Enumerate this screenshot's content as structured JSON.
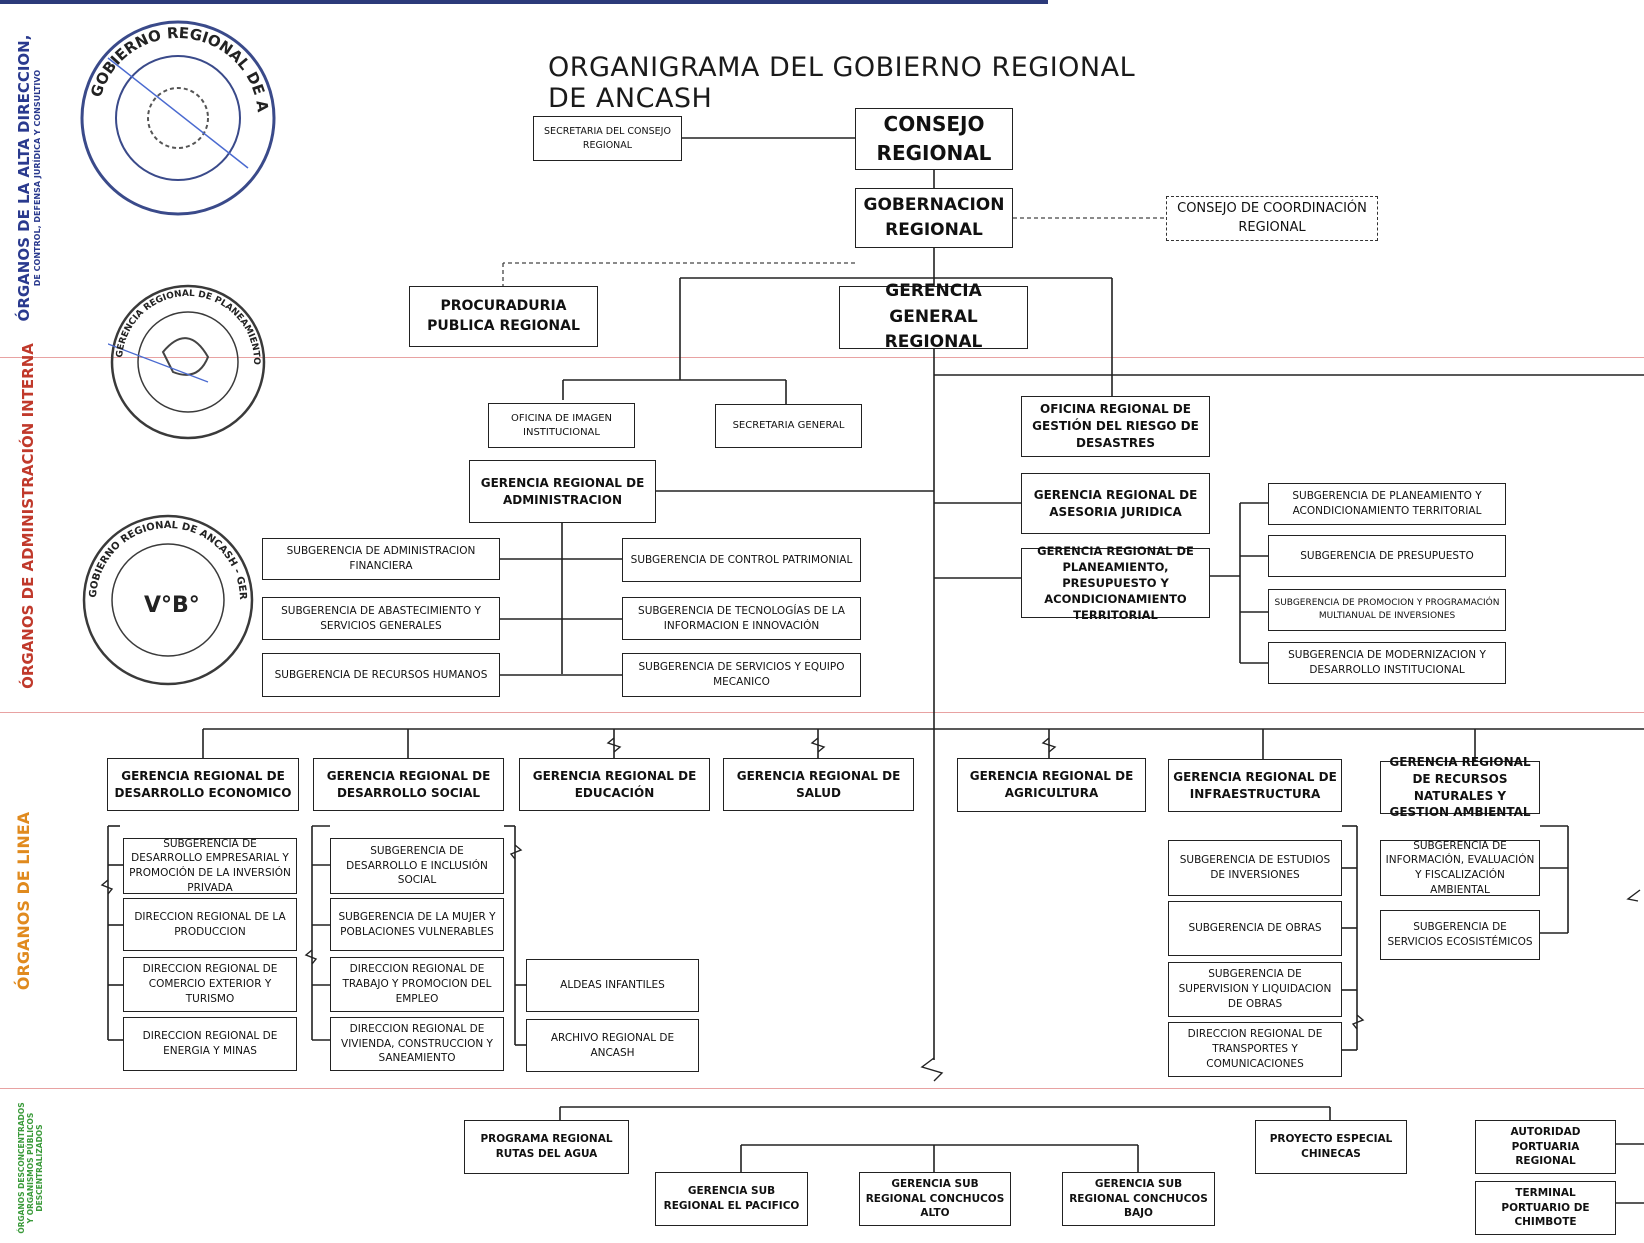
{
  "title": "ORGANIGRAMA DEL GOBIERNO REGIONAL DE ANCASH",
  "sections": {
    "alta_direccion": "ÓRGANOS DE LA ALTA DIRECCION,",
    "alta_direccion_sub": "DE CONTROL, DEFENSA JURÍDICA Y CONSULTIVO",
    "administracion_interna": "ÓRGANOS DE ADMINISTRACIÓN INTERNA",
    "linea": "ÓRGANOS DE LINEA",
    "desconcentrados_1": "ÓRGANOS DESCONCENTRADOS",
    "desconcentrados_2": "Y ORGANISMOS PÚBLICOS",
    "desconcentrados_3": "DESCENTRALIZADOS"
  },
  "stamps": {
    "stamp1": "GOBIERNO REGIONAL DE ANCASH",
    "stamp2": "GERENCIA REGIONAL DE PLANEAMIENTO Y ACONDICIONAMIENTO TERRITORIAL",
    "stamp3": "GOBIERNO REGIONAL DE ANCASH - GERENCIA REGIONAL DE ASESORIA JURIDICA"
  },
  "boxes": {
    "consejo_regional": "CONSEJO REGIONAL",
    "secretaria_consejo": "SECRETARIA DEL CONSEJO REGIONAL",
    "gobernacion_regional": "GOBERNACION REGIONAL",
    "consejo_coordinacion": "CONSEJO DE COORDINACIÓN REGIONAL",
    "procuraduria": "PROCURADURIA PUBLICA REGIONAL",
    "gerencia_general": "GERENCIA GENERAL REGIONAL",
    "oficina_imagen": "OFICINA DE IMAGEN INSTITUCIONAL",
    "secretaria_general": "SECRETARIA GENERAL",
    "oficina_riesgo": "OFICINA REGIONAL DE GESTIÓN DEL RIESGO DE DESASTRES",
    "gr_administracion": "GERENCIA REGIONAL DE ADMINISTRACION",
    "gr_asesoria": "GERENCIA REGIONAL DE ASESORIA JURIDICA",
    "gr_planeamiento": "GERENCIA REGIONAL DE PLANEAMIENTO, PRESUPUESTO Y ACONDICIONAMIENTO TERRITORIAL",
    "sg_admin_financiera": "SUBGERENCIA DE ADMINISTRACION FINANCIERA",
    "sg_abastecimiento": "SUBGERENCIA DE ABASTECIMIENTO Y SERVICIOS GENERALES",
    "sg_rrhh": "SUBGERENCIA DE RECURSOS HUMANOS",
    "sg_control_patrimonial": "SUBGERENCIA DE CONTROL PATRIMONIAL",
    "sg_tecnologias": "SUBGERENCIA DE TECNOLOGÍAS DE LA INFORMACION E INNOVACIÓN",
    "sg_servicios_equipo": "SUBGERENCIA DE SERVICIOS Y EQUIPO MECANICO",
    "sg_planeamiento": "SUBGERENCIA DE PLANEAMIENTO Y ACONDICIONAMIENTO TERRITORIAL",
    "sg_presupuesto": "SUBGERENCIA DE PRESUPUESTO",
    "sg_promocion": "SUBGERENCIA DE PROMOCION Y PROGRAMACIÓN MULTIANUAL DE INVERSIONES",
    "sg_modernizacion": "SUBGERENCIA DE MODERNIZACION Y DESARROLLO INSTITUCIONAL",
    "gr_des_economico": "GERENCIA REGIONAL DE DESARROLLO ECONOMICO",
    "gr_des_social": "GERENCIA REGIONAL DE DESARROLLO SOCIAL",
    "gr_educacion": "GERENCIA REGIONAL DE EDUCACIÓN",
    "gr_salud": "GERENCIA REGIONAL DE SALUD",
    "gr_agricultura": "GERENCIA REGIONAL DE AGRICULTURA",
    "gr_infraestructura": "GERENCIA REGIONAL DE INFRAESTRUCTURA",
    "gr_recursos": "GERENCIA REGIONAL DE RECURSOS NATURALES Y GESTION AMBIENTAL",
    "sg_empresarial": "SUBGERENCIA DE DESARROLLO EMPRESARIAL Y PROMOCIÓN DE LA INVERSIÓN PRIVADA",
    "dr_produccion": "DIRECCION REGIONAL DE LA PRODUCCION",
    "dr_comercio": "DIRECCION REGIONAL DE COMERCIO EXTERIOR Y TURISMO",
    "dr_energia": "DIRECCION REGIONAL DE ENERGIA Y MINAS",
    "sg_inclusion": "SUBGERENCIA DE DESARROLLO E INCLUSIÓN SOCIAL",
    "sg_mujer": "SUBGERENCIA DE LA MUJER Y POBLACIONES VULNERABLES",
    "dr_trabajo": "DIRECCION REGIONAL DE TRABAJO Y PROMOCION DEL EMPLEO",
    "dr_vivienda": "DIRECCION REGIONAL DE VIVIENDA, CONSTRUCCION Y SANEAMIENTO",
    "aldeas": "ALDEAS INFANTILES",
    "archivo": "ARCHIVO REGIONAL DE ANCASH",
    "sg_estudios": "SUBGERENCIA DE ESTUDIOS DE INVERSIONES",
    "sg_obras": "SUBGERENCIA DE OBRAS",
    "sg_supervision": "SUBGERENCIA DE SUPERVISION Y LIQUIDACION DE OBRAS",
    "dr_transportes": "DIRECCION REGIONAL DE TRANSPORTES Y COMUNICACIONES",
    "sg_informacion": "SUBGERENCIA DE INFORMACIÓN, EVALUACIÓN Y FISCALIZACIÓN AMBIENTAL",
    "sg_ecosistemicos": "SUBGERENCIA DE SERVICIOS ECOSISTÉMICOS",
    "programa_agua": "PROGRAMA REGIONAL RUTAS DEL AGUA",
    "gsr_pacifico": "GERENCIA SUB REGIONAL EL PACIFICO",
    "gsr_conchucos_alto": "GERENCIA SUB REGIONAL CONCHUCOS ALTO",
    "gsr_conchucos_bajo": "GERENCIA SUB REGIONAL CONCHUCOS BAJO",
    "proyecto_chinecas": "PROYECTO ESPECIAL CHINECAS",
    "autoridad_portuaria": "AUTORIDAD PORTUARIA REGIONAL",
    "terminal_chimbote": "TERMINAL PORTUARIO DE CHIMBOTE"
  }
}
